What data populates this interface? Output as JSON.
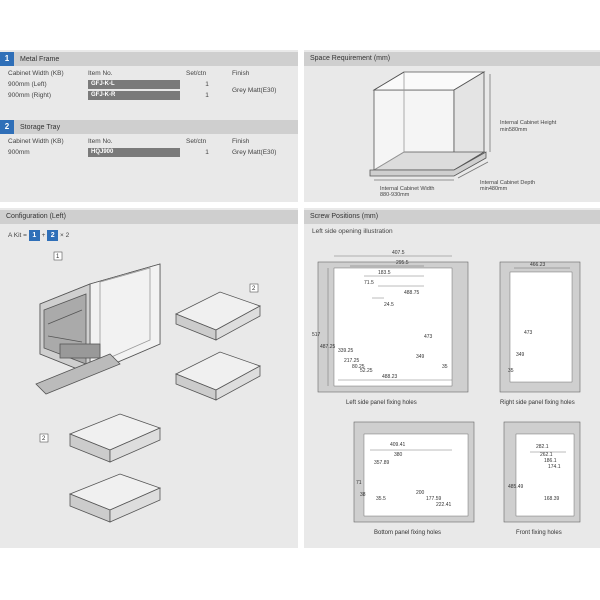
{
  "metal_frame": {
    "num": "1",
    "title": "Metal Frame",
    "headers": [
      "Cabinet Width (KB)",
      "Item No.",
      "Set/ctn",
      "Finish"
    ],
    "rows": [
      {
        "width": "900mm  (Left)",
        "item": "GFJ-K-L",
        "set": "1"
      },
      {
        "width": "900mm  (Right)",
        "item": "GFJ-K-R",
        "set": "1"
      }
    ],
    "finish": "Grey Matt(E30)"
  },
  "storage_tray": {
    "num": "2",
    "title": "Storage Tray",
    "headers": [
      "Cabinet Width (KB)",
      "Item No.",
      "Set/ctn",
      "Finish"
    ],
    "rows": [
      {
        "width": "900mm",
        "item": "HQJ900",
        "set": "1",
        "finish": "Grey Matt(E30)"
      }
    ]
  },
  "space": {
    "title": "Space Requirement (mm)",
    "height_label": "Internal Cabinet Height",
    "height_value": "min580mm",
    "width_label": "Internal Cabinet Width",
    "width_value": "880-930mm",
    "depth_label": "Internal Cabinet Depth",
    "depth_value": "min480mm"
  },
  "config": {
    "title": "Configuration (Left)",
    "kit_prefix": "A Kit =",
    "kit_a": "1",
    "kit_plus": "+",
    "kit_b": "2",
    "kit_times": "× 2",
    "tag1": "1",
    "tag2a": "2",
    "tag2b": "2"
  },
  "screw": {
    "title": "Screw Positions (mm)",
    "subtitle": "Left side opening illustration",
    "left": {
      "caption": "Left side panel fixing holes",
      "dims": [
        "407.5",
        "295.5",
        "183.5",
        "71.5",
        "488.75",
        "24.5",
        "517",
        "487.25",
        "339.25",
        "217.25",
        "80.25",
        "52.25",
        "473",
        "349",
        "35",
        "488.23"
      ]
    },
    "right": {
      "caption": "Right side panel fixing holes",
      "dims": [
        "466.23",
        "473",
        "349",
        "35"
      ]
    },
    "bottom": {
      "caption": "Bottom panel fixing holes",
      "dims": [
        "409.41",
        "380",
        "357.89",
        "71",
        "38",
        "35.5",
        "200",
        "177.59",
        "222.41"
      ]
    },
    "front": {
      "caption": "Front fixing holes",
      "dims": [
        "282.1",
        "262.1",
        "186.1",
        "174.1",
        "485.49",
        "168.39"
      ]
    }
  }
}
